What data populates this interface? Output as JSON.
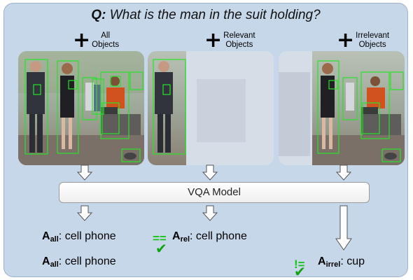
{
  "question": {
    "prefix": "Q:",
    "text": "What is the man in the suit holding?"
  },
  "panels": [
    {
      "label_line1": "All",
      "label_line2": "Objects"
    },
    {
      "label_line1": "Relevant",
      "label_line2": "Objects"
    },
    {
      "label_line1": "Irrelevant",
      "label_line2": "Objects"
    }
  ],
  "model_label": "VQA Model",
  "answers": {
    "all_symbol": "A",
    "all_sub": "all",
    "all_value": ": cell phone",
    "rel_symbol": "A",
    "rel_sub": "rel",
    "rel_value": ": cell phone",
    "irrel_symbol": "A",
    "irrel_sub": "irrel",
    "irrel_value": ": cup",
    "equal_sign": "==",
    "not_equal_sign": "!=",
    "check_mark": "✔"
  },
  "colors": {
    "panel_bg": "#c7d7ea",
    "box": "#27e327",
    "check": "#0fa30f"
  }
}
